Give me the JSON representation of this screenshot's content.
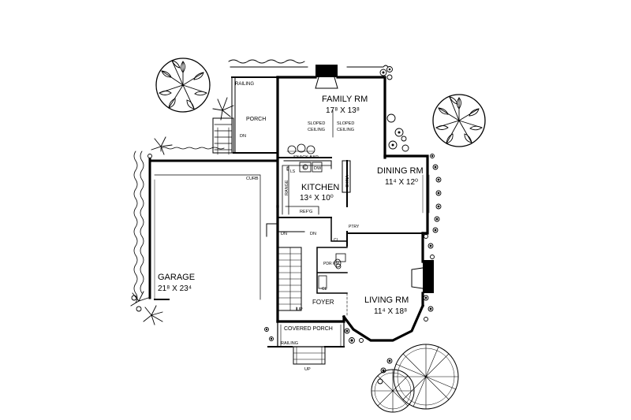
{
  "rooms": {
    "family": {
      "name": "FAMILY RM",
      "dim": "17⁸ X 13⁸"
    },
    "kitchen": {
      "name": "KITCHEN",
      "dim": "13⁴ X 10⁰"
    },
    "dining": {
      "name": "DINING RM",
      "dim": "11⁴ X 12⁰"
    },
    "living": {
      "name": "LIVING RM",
      "dim": "11⁴ X 18⁸"
    },
    "garage": {
      "name": "GARAGE",
      "dim": "21⁸ X 23⁴"
    }
  },
  "labels": {
    "railing_top": "RAILING",
    "porch": "PORCH",
    "dn_porch": "DN",
    "sloped_left": "SLOPED",
    "ceiling_left": "CEILING",
    "sloped_right": "SLOPED",
    "ceiling_right": "CEILING",
    "snack_bar": "SNACK BAR",
    "ls": "LS",
    "sink": "S",
    "dw": "DW",
    "range": "RANGE",
    "refg": "REF'G",
    "china": "CHINA",
    "curb": "CURB",
    "pntry": "PTRY",
    "dn_left": "DN",
    "dn_right": "DN",
    "cl_top": "CL",
    "pdr_rm": "PDR RM",
    "cl_bottom": "CL",
    "foyer": "FOYER",
    "up_stair": "UP",
    "covered_porch": "COVERED PORCH",
    "railing_bottom": "RAILING",
    "up_entry": "UP"
  }
}
